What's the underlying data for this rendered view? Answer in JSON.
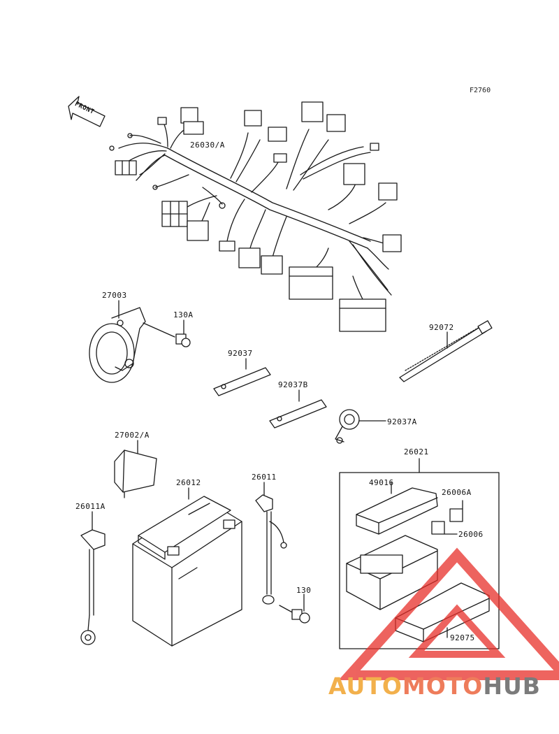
{
  "figure_code": "F2760",
  "front_label": "FRONT",
  "labels": {
    "harness": "26030/A",
    "horn": "27003",
    "horn_bolt": "130A",
    "strip_92037": "92037",
    "strip_92037b": "92037B",
    "clamp_92037a": "92037A",
    "band_92072": "92072",
    "relay": "27002/A",
    "battery": "26012",
    "lead_26011": "26011",
    "lead_26011a": "26011A",
    "bolt_130": "130",
    "fusebox": "26021",
    "cover": "49016",
    "fuse_a": "26006A",
    "fuse": "26006",
    "case_92075": "92075"
  },
  "logo": {
    "part1": "AUTO",
    "part2": "MOTO",
    "part3": "HUB"
  },
  "colors": {
    "line": "#1a1a1a",
    "watermark_red": "#e8302a",
    "logo_yellow": "#f2b04c",
    "logo_orange": "#ee7c5b",
    "logo_gray": "#7b7b7b"
  }
}
